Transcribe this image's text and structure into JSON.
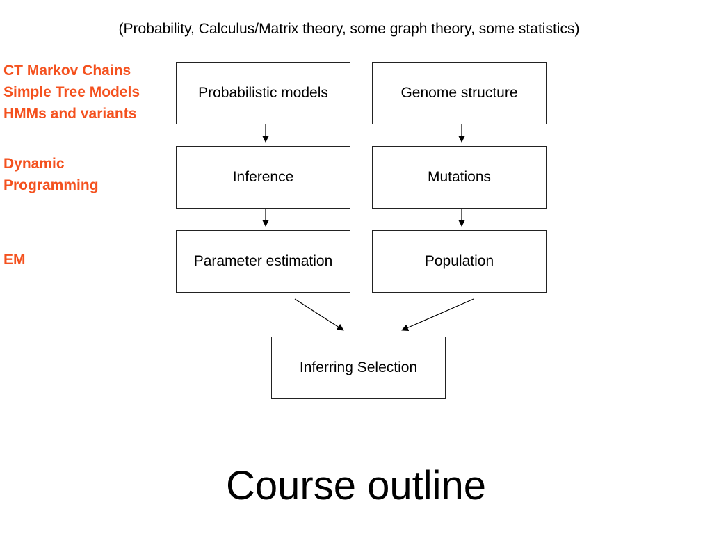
{
  "subtitle": "(Probability, Calculus/Matrix theory, some graph theory, some statistics)",
  "side_notes": {
    "group1": [
      "CT Markov Chains",
      "Simple Tree Models",
      "HMMs and variants"
    ],
    "group2": [
      "Dynamic",
      "Programming"
    ],
    "group3": [
      "EM"
    ]
  },
  "boxes": {
    "probabilistic_models": "Probabilistic models",
    "inference": "Inference",
    "parameter_estimation": "Parameter estimation",
    "genome_structure": "Genome structure",
    "mutations": "Mutations",
    "population": "Population",
    "inferring_selection": "Inferring Selection"
  },
  "title": "Course outline",
  "colors": {
    "side_notes": "#f4511e",
    "text": "#000000",
    "border": "#222222"
  }
}
